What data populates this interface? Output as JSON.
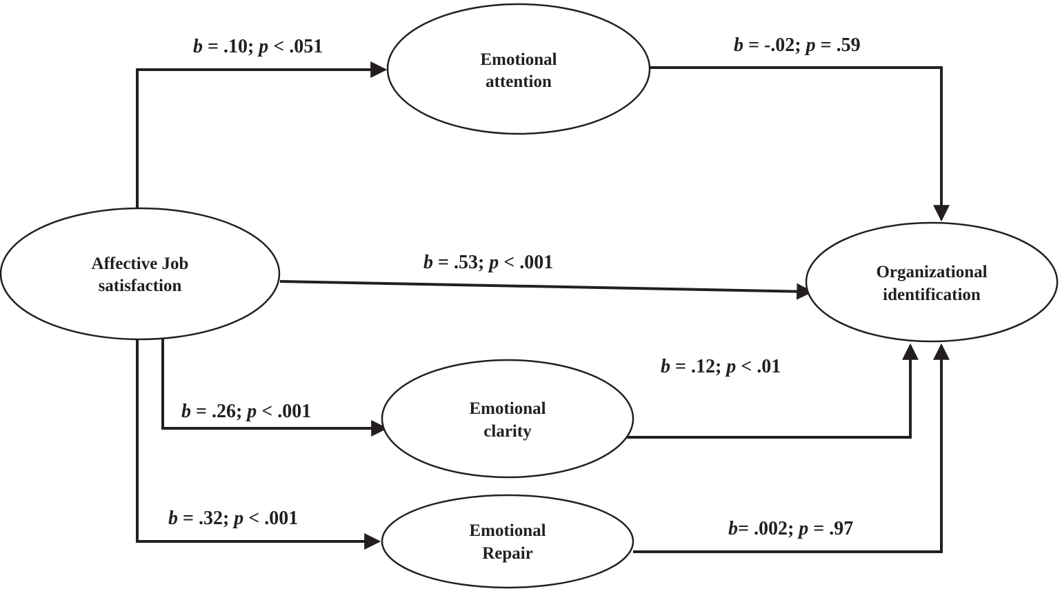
{
  "nodes": [
    {
      "id": "attention",
      "lines": [
        "Emotional",
        "attention"
      ]
    },
    {
      "id": "ajs",
      "lines": [
        "Affective Job",
        "satisfaction"
      ]
    },
    {
      "id": "orgid",
      "lines": [
        "Organizational",
        "identification"
      ]
    },
    {
      "id": "clarity",
      "lines": [
        "Emotional",
        "clarity"
      ]
    },
    {
      "id": "repair",
      "lines": [
        "Emotional",
        "Repair"
      ]
    }
  ],
  "edges": [
    {
      "from": "ajs",
      "to": "attention",
      "label": {
        "b": "b",
        "b_val": " = .10; ",
        "p": "p",
        "p_val": " < .051"
      }
    },
    {
      "from": "attention",
      "to": "orgid",
      "label": {
        "b": "b",
        "b_val": " = -.02; ",
        "p": "p",
        "p_val": " = .59"
      }
    },
    {
      "from": "ajs",
      "to": "orgid",
      "label": {
        "b": "b",
        "b_val": " = .53; ",
        "p": "p",
        "p_val": " < .001"
      }
    },
    {
      "from": "clarity",
      "to": "orgid",
      "label": {
        "b": "b",
        "b_val": " = .12; ",
        "p": "p",
        "p_val": " < .01"
      }
    },
    {
      "from": "ajs",
      "to": "clarity",
      "label": {
        "b": "b",
        "b_val": " = .26; ",
        "p": "p",
        "p_val": " < .001"
      }
    },
    {
      "from": "ajs",
      "to": "repair",
      "label": {
        "b": "b",
        "b_val": " = .32; ",
        "p": "p",
        "p_val": " < .001"
      }
    },
    {
      "from": "repair",
      "to": "orgid",
      "label": {
        "b": "b",
        "b_val": "= .002; ",
        "p": "p",
        "p_val": " = .97"
      }
    }
  ]
}
